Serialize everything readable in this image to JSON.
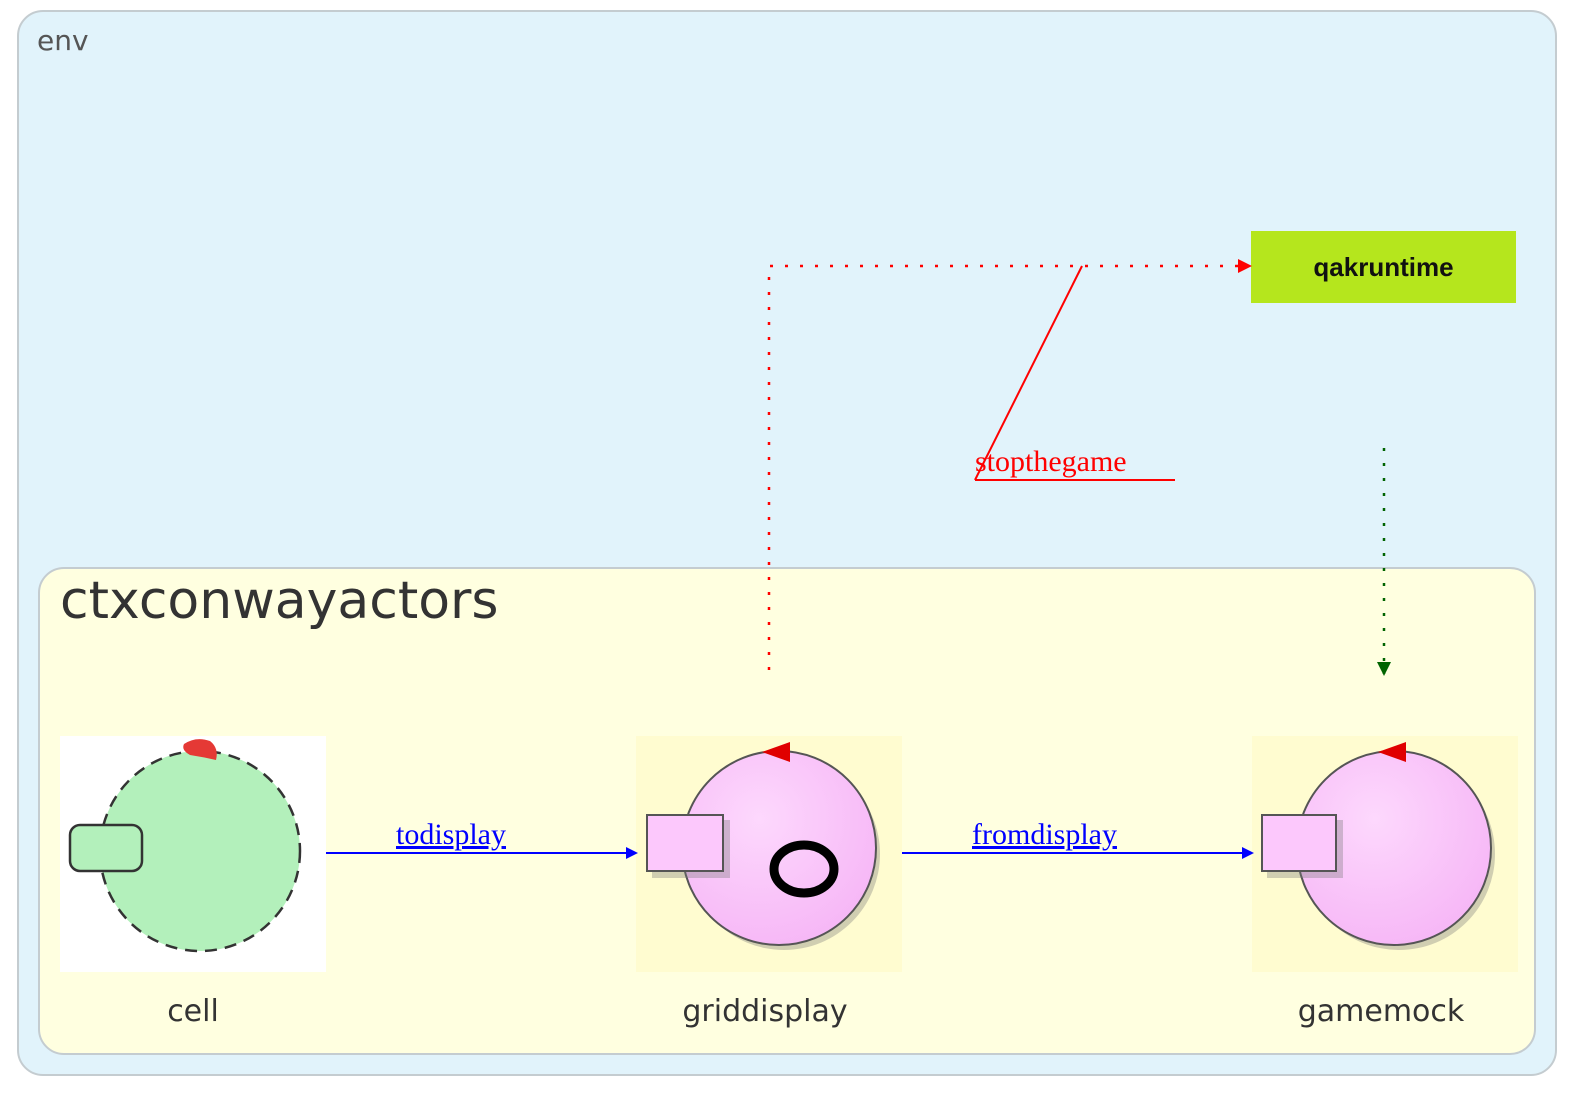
{
  "env": {
    "label": "env"
  },
  "context": {
    "label": "ctxconwayactors"
  },
  "runtime": {
    "label": "qakruntime"
  },
  "actors": [
    {
      "id": "cell",
      "label": "cell"
    },
    {
      "id": "griddisplay",
      "label": "griddisplay"
    },
    {
      "id": "gamemock",
      "label": "gamemock"
    }
  ],
  "edges": [
    {
      "from": "cell",
      "to": "griddisplay",
      "label": "todisplay",
      "style": "solid",
      "color": "#0000ff"
    },
    {
      "from": "griddisplay",
      "to": "gamemock",
      "label": "fromdisplay",
      "style": "solid",
      "color": "#0000ff"
    },
    {
      "from": "griddisplay",
      "to": "qakruntime",
      "label": "stopthegame",
      "style": "dotted",
      "color": "#ff0000"
    },
    {
      "from": "qakruntime",
      "to": "gamemock",
      "label": "",
      "style": "dotted",
      "color": "#006400"
    }
  ],
  "colors": {
    "env_bg": "#e1f3fb",
    "context_bg": "#ffffe0",
    "runtime_bg": "#b5e61d",
    "cell_fill": "#b3f0bb",
    "actor_fill": "#fcc8fc",
    "arrow_red": "#e53935"
  }
}
